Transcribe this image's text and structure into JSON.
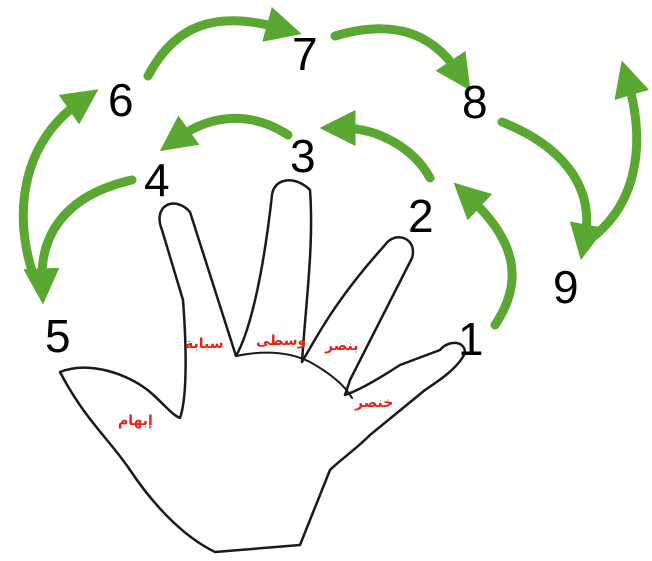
{
  "colors": {
    "arrow": "#5aa832",
    "outline": "#1a1a1a",
    "label": "#e8201a"
  },
  "numbers": [
    "1",
    "2",
    "3",
    "4",
    "5",
    "6",
    "7",
    "8",
    "9"
  ],
  "finger_labels": {
    "thumb": "إبهام",
    "index": "سبابة",
    "middle": "وسطى",
    "ring": "بنصر",
    "pinky": "خنصر"
  }
}
